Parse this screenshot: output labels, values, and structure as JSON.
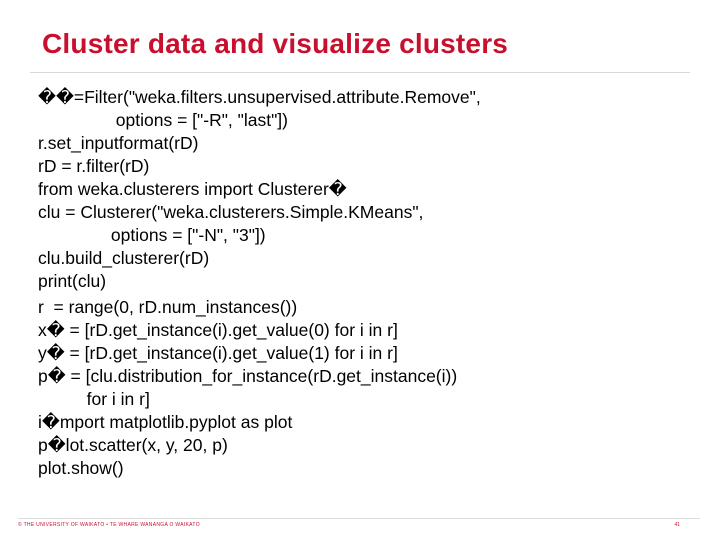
{
  "slide": {
    "title": "Cluster data and visualize clusters",
    "code_block_1": [
      "��=Filter(\"weka.filters.unsupervised.attribute.Remove\",",
      "                options = [\"-R\", \"last\"])",
      "r.set_inputformat(rD)",
      "rD = r.filter(rD)",
      "from weka.clusterers import Clusterer�",
      "clu = Clusterer(\"weka.clusterers.Simple.KMeans\",",
      "               options = [\"-N\", \"3\"])",
      "clu.build_clusterer(rD)",
      "print(clu)"
    ],
    "code_block_2": [
      "r  = range(0, rD.num_instances())",
      "x� = [rD.get_instance(i).get_value(0) for i in r]",
      "y� = [rD.get_instance(i).get_value(1) for i in r]",
      "p� = [clu.distribution_for_instance(rD.get_instance(i))",
      "          for i in r]",
      "i�mport matplotlib.pyplot as plot",
      "p�lot.scatter(x, y, 20, p)",
      "plot.show()"
    ],
    "footer": "© THE UNIVERSITY OF WAIKATO  •  TE WHARE WANANGA O WAIKATO",
    "page_number": "41"
  }
}
